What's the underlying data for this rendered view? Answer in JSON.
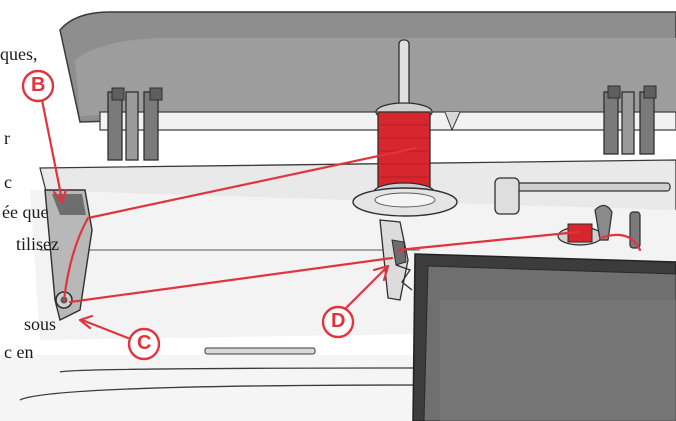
{
  "callouts": {
    "b": "B",
    "c": "C",
    "d": "D"
  },
  "text_fragments": {
    "line1": "ques,",
    "line2": "r",
    "line3": "c",
    "line4": "ée  que",
    "line5": "tilisez",
    "line6": "sous",
    "line7": "c   en"
  },
  "colors": {
    "thread": "#e0343f",
    "spool": "#d8262f",
    "machine_dark": "#8b8b8b",
    "machine_mid": "#cfcfcf",
    "machine_light": "#ececec",
    "outline": "#3a3a3a"
  }
}
